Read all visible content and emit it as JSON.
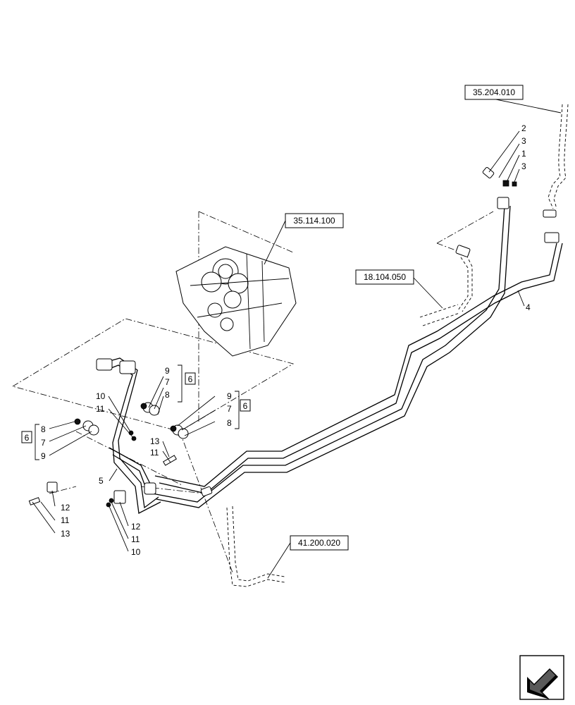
{
  "references": {
    "ref_top_right": "35.204.010",
    "ref_valve": "35.114.100",
    "ref_middle": "18.104.050",
    "ref_bottom": "41.200.020"
  },
  "callouts": {
    "c2": "2",
    "c3a": "3",
    "c1": "1",
    "c3b": "3",
    "c4": "4",
    "c5": "5",
    "kit_upper": {
      "box": "6",
      "n9": "9",
      "n7": "7",
      "n8": "8"
    },
    "kit_right": {
      "box": "6",
      "n9": "9",
      "n7": "7",
      "n8": "8"
    },
    "kit_left": {
      "box": "6",
      "n8": "8",
      "n7": "7",
      "n9": "9"
    },
    "upper_10": "10",
    "upper_11": "11",
    "mid_13": "13",
    "mid_11": "11",
    "left_12": "12",
    "left_11": "11",
    "left_13": "13",
    "bottom_12": "12",
    "bottom_11": "11",
    "bottom_10": "10"
  },
  "icons": {
    "nav": "navigation-arrow-icon"
  }
}
